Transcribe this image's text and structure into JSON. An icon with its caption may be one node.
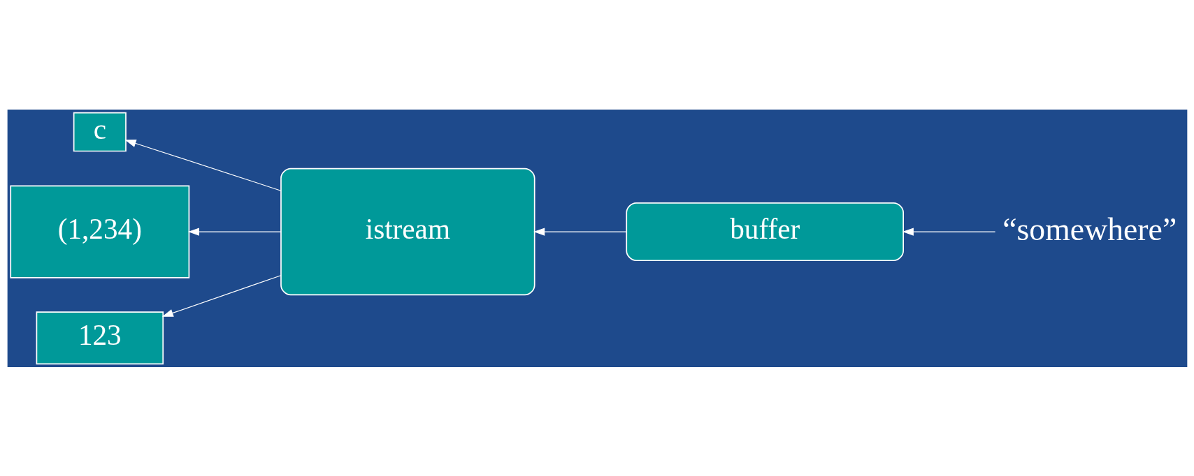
{
  "diagram": {
    "nodes": [
      {
        "text": [
          "c"
        ]
      },
      {
        "text": [
          "istream"
        ]
      },
      {
        "text": [
          "“somewhere”"
        ]
      },
      {
        "text": [
          "(1,234)"
        ]
      },
      {
        "text": [
          "123"
        ]
      },
      {
        "text": [
          "buffer"
        ]
      }
    ],
    "edges": [
      {
        "from": 1,
        "to": 0,
        "arrow": "to"
      },
      {
        "from": 1,
        "to": 3,
        "arrow": "to"
      },
      {
        "from": 1,
        "to": 4,
        "arrow": "to"
      },
      {
        "from": 5,
        "to": 1,
        "arrow": "to"
      },
      {
        "from": 2,
        "to": 5,
        "arrow": "to"
      }
    ]
  }
}
